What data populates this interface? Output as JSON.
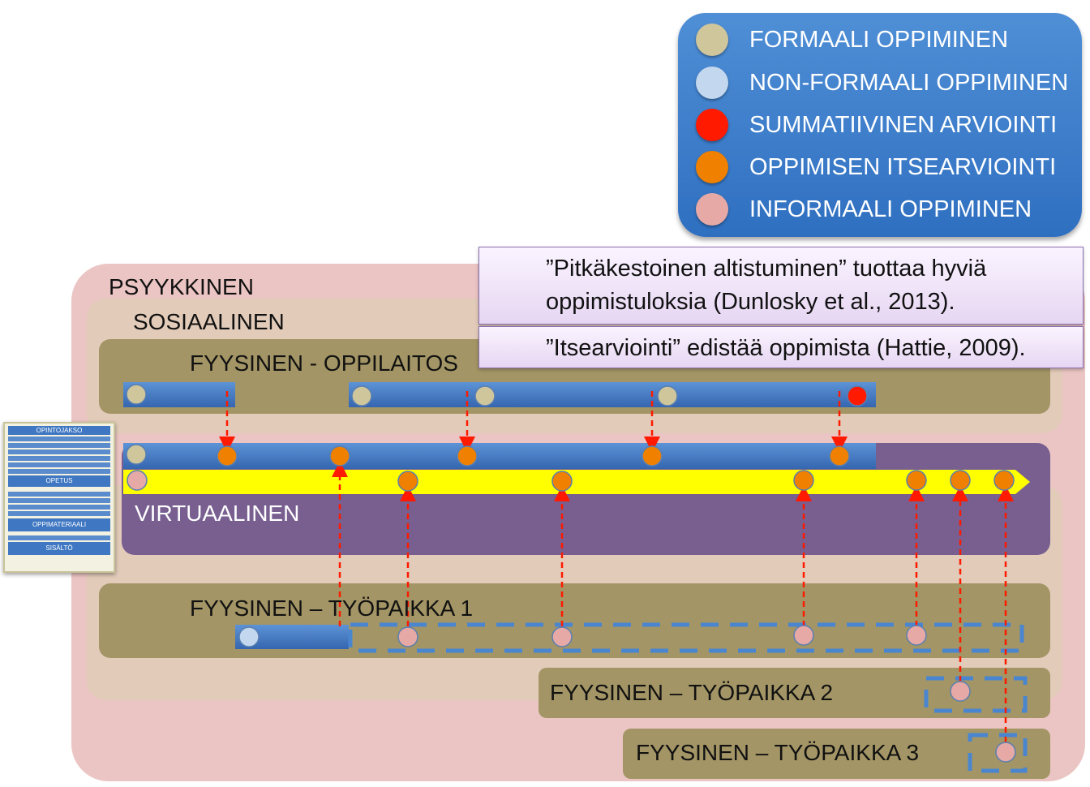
{
  "legend": {
    "items": [
      {
        "label": "FORMAALI OPPIMINEN",
        "color": "#cfc69c"
      },
      {
        "label": "NON-FORMAALI OPPIMINEN",
        "color": "#c3d8ee"
      },
      {
        "label": "SUMMATIIVINEN ARVIOINTI",
        "color": "#ff1a00"
      },
      {
        "label": "OPPIMISEN ITSEARVIOINTI",
        "color": "#f08000"
      },
      {
        "label": "INFORMAALI OPPIMINEN",
        "color": "#e6a9a6"
      }
    ]
  },
  "quotes": {
    "line1": "”Pitkäkestoinen altistuminen” tuottaa hyviä",
    "line2": "oppimistuloksia (Dunlosky et al., 2013).",
    "line3": "”Itsearviointi” edistää oppimista (Hattie, 2009)."
  },
  "layers": {
    "psyykkinen": "PSYYKKINEN",
    "sosiaalinen": "SOSIAALINEN",
    "oppilaitos": "FYYSINEN - OPPILAITOS",
    "virtuaalinen": "VIRTUAALINEN",
    "tyopaikka1": "FYYSINEN – TYÖPAIKKA 1",
    "tyopaikka2": "FYYSINEN – TYÖPAIKKA 2",
    "tyopaikka3": "FYYSINEN – TYÖPAIKKA 3"
  },
  "card": {
    "title": "OPINTOJAKSO",
    "opetus": "OPETUS",
    "oppimateriaali": "OPPIMATERIAALI",
    "sisalto": "SISÄLTÖ"
  },
  "colors": {
    "psyykkinen_bg": "#ebc5c3",
    "sosiaalinen_bg": "#e2cbb9",
    "fyysinen_bg": "#a39565",
    "virtuaalinen_bg": "#785f90",
    "timeline_blue": "#3f77c2",
    "timeline_yellow": "#ffff00",
    "arrow_red": "#ff1a00",
    "dashed_blue": "#4a86d0"
  }
}
